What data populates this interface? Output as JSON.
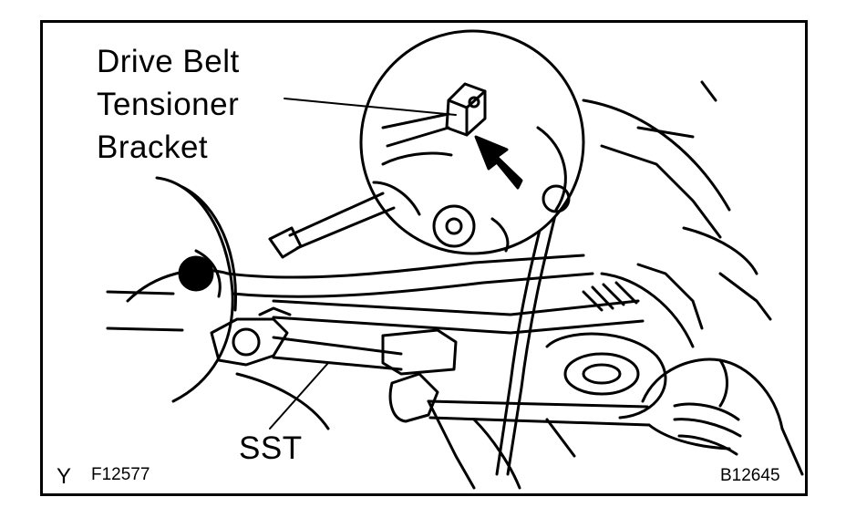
{
  "labels": {
    "drive_belt": "Drive Belt",
    "tensioner": "Tensioner",
    "bracket": "Bracket",
    "sst": "SST"
  },
  "corner_marks": {
    "y": "Y",
    "figure_code": "F12577",
    "image_code": "B12645"
  },
  "colors": {
    "ink": "#000000",
    "paper": "#ffffff"
  }
}
